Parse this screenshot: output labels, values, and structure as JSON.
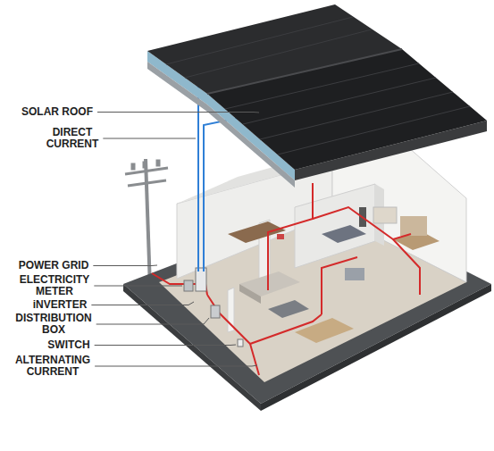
{
  "diagram": {
    "labels": [
      "SOLAR ROOF",
      "DIRECT CURRENT",
      "POWER GRID",
      "ELECTRICITY METER",
      "iNVERTER",
      "DISTRIBUTION BOX",
      "SWITCH",
      "ALTERNATING CURRENT"
    ]
  }
}
